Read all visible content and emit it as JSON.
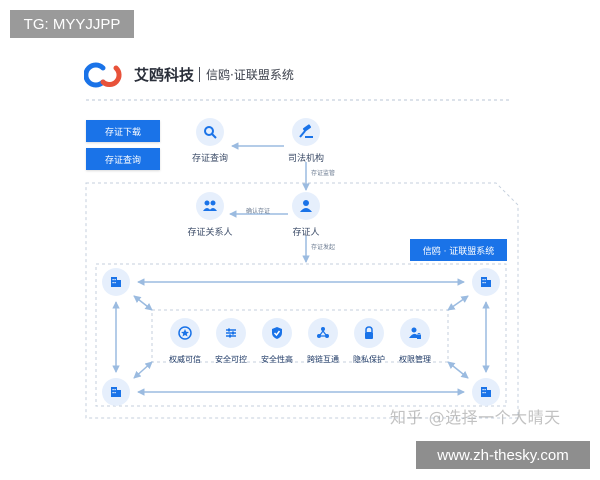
{
  "badge": {
    "top_text": "TG: MYYJJPP",
    "bottom_text": "www.zh-thesky.com"
  },
  "header": {
    "brand_name": "艾鸥科技",
    "subtitle": "信鸥·证联盟系统"
  },
  "buttons": {
    "deposit_download": "存证下载",
    "deposit_query": "存证查询"
  },
  "nodes": {
    "evidence_query": "存证查询",
    "judicial": "司法机构",
    "related_party": "存证关系人",
    "depositor": "存证人"
  },
  "edges": {
    "deposit_supervision": "存证监管",
    "confirm_deposit": "确认存证",
    "deposit_initiate": "存证发起"
  },
  "consortium_title": "信鸥 · 证联盟系统",
  "features": [
    {
      "label": "权威可信",
      "icon": "star-icon"
    },
    {
      "label": "安全可控",
      "icon": "sliders-icon"
    },
    {
      "label": "安全性高",
      "icon": "shield-check-icon"
    },
    {
      "label": "跨链互通",
      "icon": "cycle-icon"
    },
    {
      "label": "隐私保护",
      "icon": "lock-icon"
    },
    {
      "label": "权限管理",
      "icon": "user-lock-icon"
    }
  ],
  "watermark": "知乎 @选择一个大晴天",
  "colors": {
    "accent": "#1a73e8",
    "line": "#9bbbe0",
    "circle": "#e6effc"
  }
}
